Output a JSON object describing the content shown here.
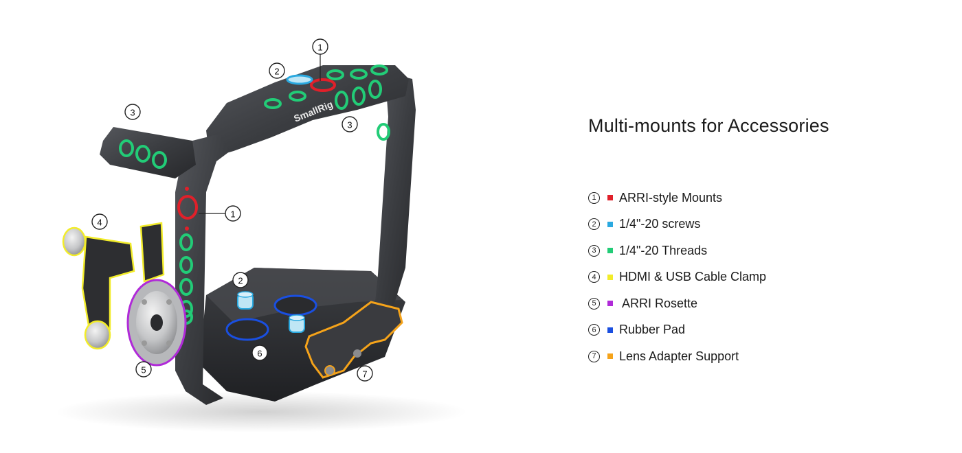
{
  "title": "Multi-mounts for Accessories",
  "legend": [
    {
      "num": "1",
      "label": "ARRI-style Mounts",
      "color": "#e0202a"
    },
    {
      "num": "2",
      "label": "1/4\"-20 screws",
      "color": "#2aa9e0"
    },
    {
      "num": "3",
      "label": "1/4\"-20 Threads",
      "color": "#22cc77"
    },
    {
      "num": "4",
      "label": "HDMI & USB Cable Clamp",
      "color": "#f2ec2a"
    },
    {
      "num": "5",
      "label": " ARRI Rosette",
      "color": "#b02ad8"
    },
    {
      "num": "6",
      "label": "Rubber Pad",
      "color": "#1a4fe0"
    },
    {
      "num": "7",
      "label": "Lens Adapter Support",
      "color": "#f5a31a"
    }
  ],
  "brand_mark": "SmallRig",
  "callouts": {
    "c1_top": "1",
    "c1_side": "1",
    "c2_top": "2",
    "c2_base": "2",
    "c3_left": "3",
    "c3_top": "3",
    "c4": "4",
    "c5": "5",
    "c6": "6",
    "c7": "7"
  },
  "icons": {
    "product": "camera-cage-illustration"
  }
}
